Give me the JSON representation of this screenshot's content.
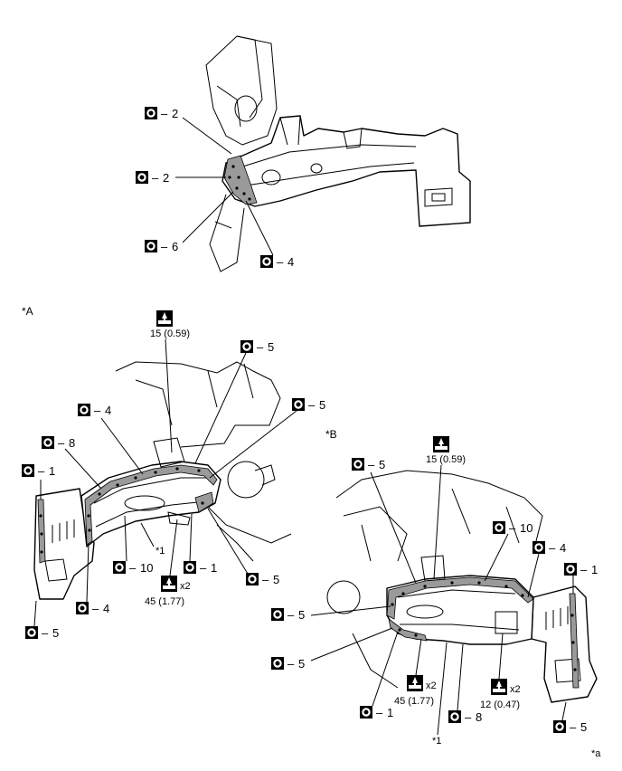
{
  "section_labels": {
    "a_view": "*A",
    "b_view": "*B"
  },
  "notes": {
    "star_1_a": "*1",
    "star_1_b": "*1",
    "star_a": "*a"
  },
  "callouts": {
    "c2a": "2",
    "c2b": "2",
    "c6": "6",
    "c4": "4",
    "a_c5_top": "5",
    "a_c5_right": "5",
    "a_c4": "4",
    "a_c8": "8",
    "a_c1_left": "1",
    "a_c10": "10",
    "a_c1_mid": "1",
    "a_c4_bottom": "4",
    "a_c5_bottom": "5",
    "a_c5_mid": "5",
    "b_c5_top": "5",
    "b_c10": "10",
    "b_c4": "4",
    "b_c1_right": "1",
    "b_c5_left1": "5",
    "b_c5_left2": "5",
    "b_c1_bottom": "1",
    "b_c8": "8",
    "b_c5_bottom": "5"
  },
  "torques": {
    "a_top": "15 (0.59)",
    "a_bottom": "45 (1.77)",
    "a_bottom_mult": "x2",
    "b_top": "15 (0.59)",
    "b_mid": "45 (1.77)",
    "b_mid_mult": "x2",
    "b_right": "12 (0.47)",
    "b_right_mult": "x2"
  },
  "legend": {
    "dash": "–"
  }
}
